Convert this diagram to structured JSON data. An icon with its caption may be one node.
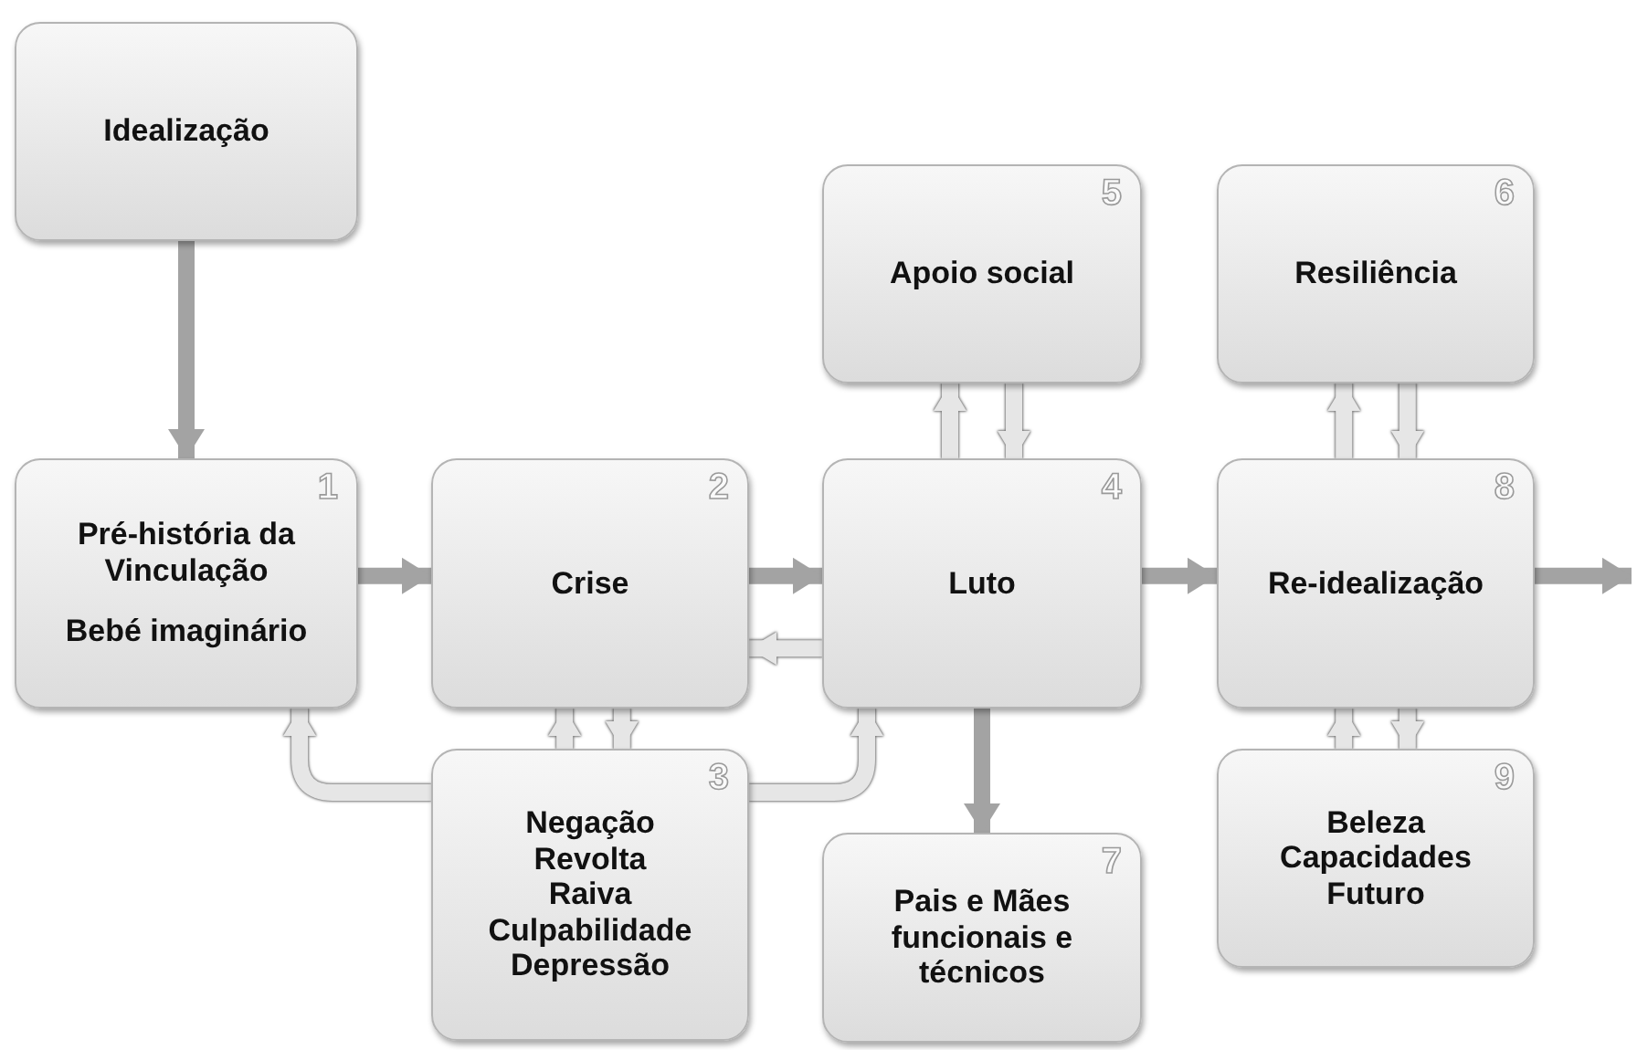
{
  "diagram": {
    "nodes": [
      {
        "text": [
          "Idealização"
        ]
      },
      {
        "text": [
          "Pré-história da Vinculação",
          "Bebé imaginário",
          "1"
        ]
      },
      {
        "text": [
          "Crise",
          "2"
        ]
      },
      {
        "text": [
          "Negação",
          "Revolta",
          "Raiva",
          "Culpabilidade",
          "Depressão",
          "3"
        ]
      },
      {
        "text": [
          "Luto",
          "4"
        ]
      },
      {
        "text": [
          "Apoio social",
          "5"
        ]
      },
      {
        "text": [
          "Resiliência",
          "6"
        ]
      },
      {
        "text": [
          "Pais e Mães funcionais e técnicos",
          "7"
        ]
      },
      {
        "text": [
          "Re-idealização",
          "8"
        ]
      },
      {
        "text": [
          "Beleza",
          "Capacidades",
          "Futuro",
          "9"
        ]
      }
    ],
    "edges": [
      {
        "from": 0,
        "to": 1,
        "arrow": "to",
        "color": "#a3a3a3"
      },
      {
        "from": 1,
        "to": 2,
        "arrow": "to",
        "color": "#a3a3a3"
      },
      {
        "from": 2,
        "to": 4,
        "arrow": "to",
        "color": "#a3a3a3"
      },
      {
        "from": 4,
        "to": 2,
        "arrow": "to"
      },
      {
        "from": 3,
        "to": 2,
        "arrow": "to"
      },
      {
        "from": 2,
        "to": 3,
        "arrow": "to"
      },
      {
        "from": 3,
        "to": 1,
        "arrow": "to"
      },
      {
        "from": 3,
        "to": 4,
        "arrow": "to"
      },
      {
        "from": 4,
        "to": 5,
        "arrow": "to"
      },
      {
        "from": 5,
        "to": 4,
        "arrow": "to"
      },
      {
        "from": 4,
        "to": 7,
        "arrow": "to",
        "color": "#a3a3a3"
      },
      {
        "from": 4,
        "to": 8,
        "arrow": "to",
        "color": "#a3a3a3"
      },
      {
        "from": 8,
        "to": 6,
        "arrow": "to"
      },
      {
        "from": 6,
        "to": 8,
        "arrow": "to"
      },
      {
        "from": 9,
        "to": 8,
        "arrow": "to"
      },
      {
        "from": 8,
        "to": 9,
        "arrow": "to"
      },
      {
        "from": 8,
        "to": null,
        "arrow": "to",
        "color": "#a3a3a3"
      }
    ]
  }
}
